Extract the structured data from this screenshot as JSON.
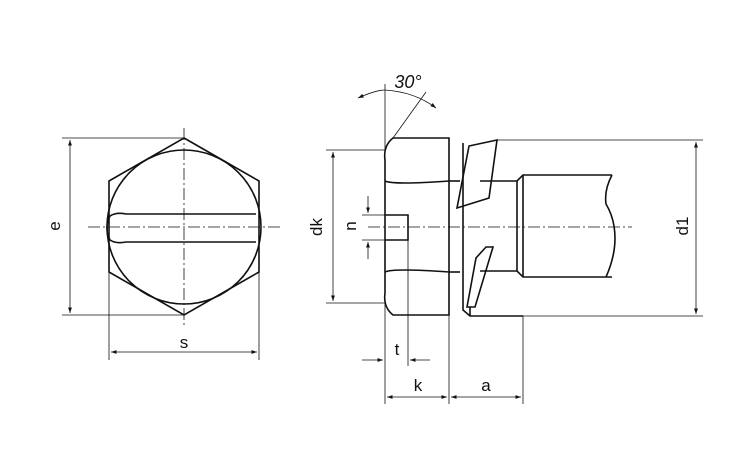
{
  "labels": {
    "e": "e",
    "s": "s",
    "dk": "dk",
    "n": "n",
    "t": "t",
    "k": "k",
    "a": "a",
    "d1": "d1",
    "angle": "30°"
  }
}
